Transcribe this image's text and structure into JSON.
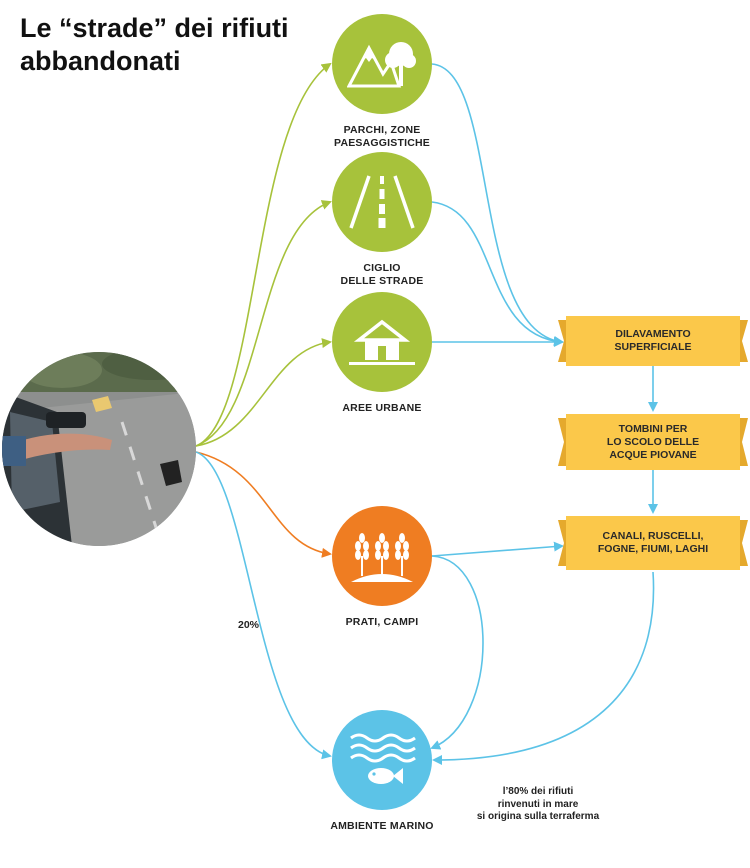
{
  "title": {
    "line1": "Le “strade” dei rifiuti",
    "line2": "abbandonati"
  },
  "nodes": {
    "parks": {
      "line1": "PARCHI, ZONE",
      "line2": "PAESAGGISTICHE",
      "icon": "mountain-tree-icon"
    },
    "roadside": {
      "line1": "CIGLIO",
      "line2": "DELLE STRADE",
      "icon": "road-icon"
    },
    "urban": {
      "line1": "AREE URBANE",
      "icon": "house-icon"
    },
    "fields": {
      "line1": "PRATI, CAMPI",
      "icon": "wheat-icon"
    },
    "marine": {
      "line1": "AMBIENTE MARINO",
      "icon": "fish-waves-icon"
    }
  },
  "banners": {
    "runoff": {
      "line1": "DILAVAMENTO",
      "line2": "SUPERFICIALE"
    },
    "drains": {
      "line1": "TOMBINI PER",
      "line2": "LO SCOLO DELLE",
      "line3": "ACQUE PIOVANE"
    },
    "water": {
      "line1": "CANALI, RUSCELLI,",
      "line2": "FOGNE, FIUMI, LAGHI"
    }
  },
  "percent_label": "20%",
  "footnote": {
    "line1": "l’80% dei rifiuti",
    "line2": "rinvenuti in mare",
    "line3": "si origina sulla terraferma"
  },
  "colors": {
    "green": "#a7c23b",
    "orange": "#ef7d22",
    "blue": "#5cc3e7",
    "banner": "#fbc84a",
    "banner_dark": "#e5a92d"
  }
}
